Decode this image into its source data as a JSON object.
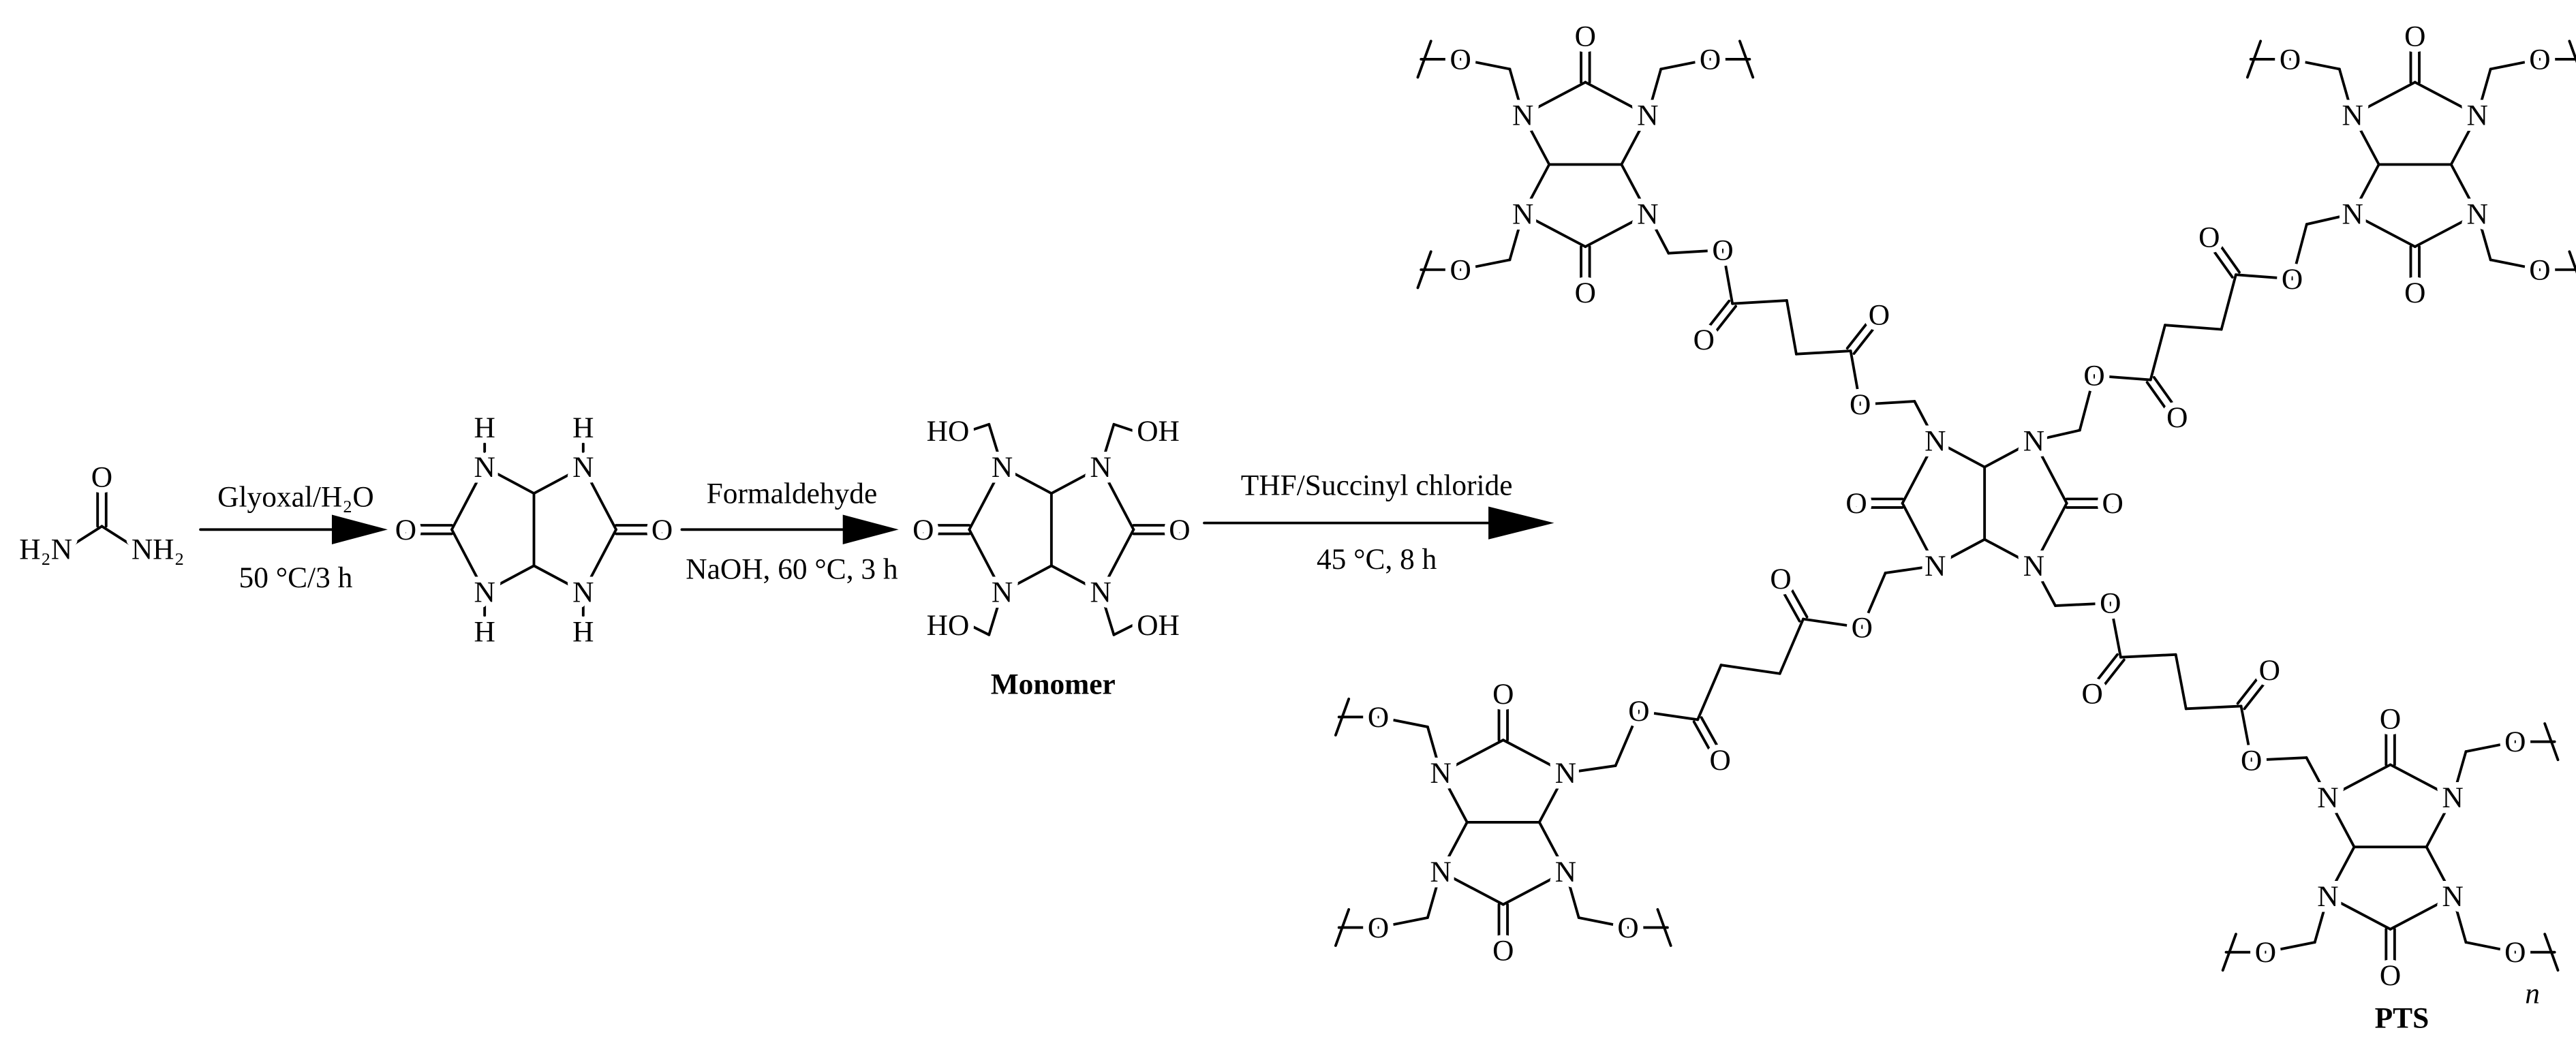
{
  "atoms": {
    "N": "N",
    "O": "O",
    "H": "H",
    "HO": "HO",
    "OH": "OH",
    "NH2": "NH₂",
    "H2N": "H₂N"
  },
  "steps": [
    {
      "above": "Glyoxal/H₂O",
      "below": "50 °C/3 h"
    },
    {
      "above": "Formaldehyde",
      "below": "NaOH, 60 °C, 3 h"
    },
    {
      "above": "THF/Succinyl chloride",
      "below": "45 °C, 8 h"
    }
  ],
  "compounds": {
    "monomer": "Monomer",
    "polymer": "PTS"
  },
  "repeat_index": "n"
}
